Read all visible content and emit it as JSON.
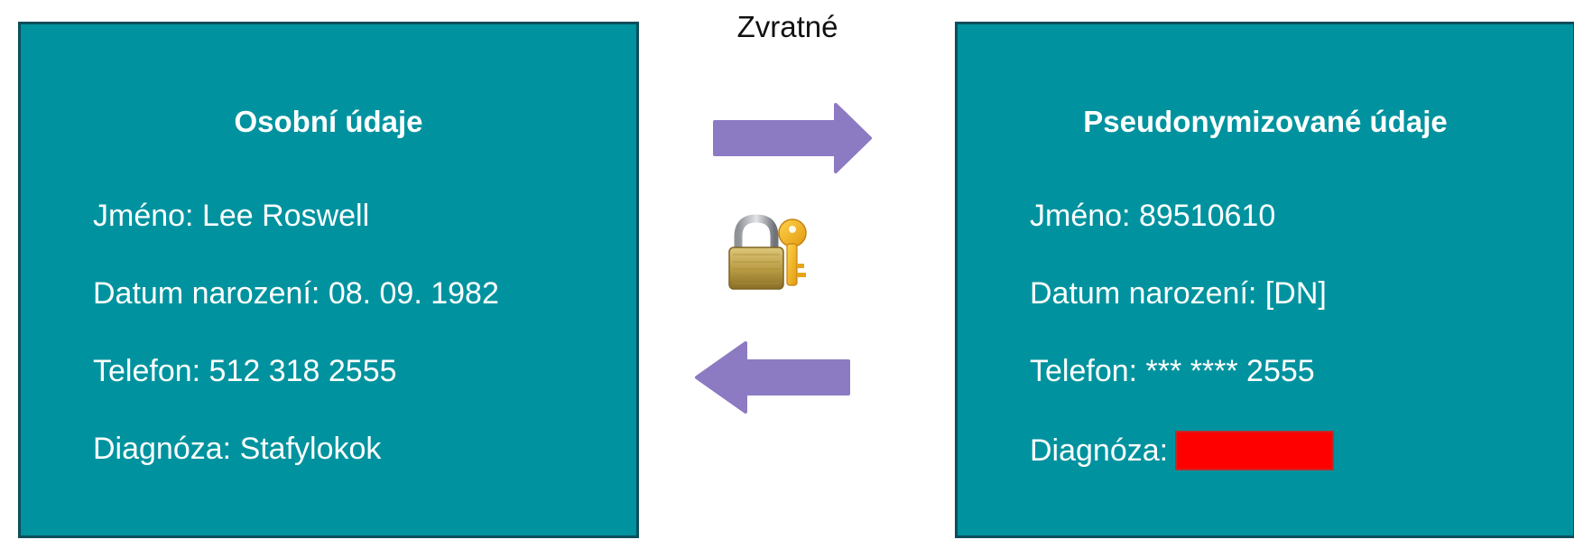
{
  "caption": "Zvratné",
  "left_panel": {
    "title": "Osobní údaje",
    "rows": [
      {
        "label": "Jméno:",
        "value": "Lee Roswell"
      },
      {
        "label": "Datum narození:",
        "value": "08. 09. 1982"
      },
      {
        "label": "Telefon:",
        "value": "512 318 2555"
      },
      {
        "label": "Diagnóza:",
        "value": "Stafylokok"
      }
    ]
  },
  "right_panel": {
    "title": "Pseudonymizované údaje",
    "rows": [
      {
        "label": "Jméno:",
        "value": "89510610"
      },
      {
        "label": "Datum narození:",
        "value": "[DN]"
      },
      {
        "label": "Telefon:",
        "value": "*** **** 2555"
      },
      {
        "label": "Diagnóza:",
        "value": ""
      }
    ]
  },
  "icons": {
    "forward_arrow": "arrow-right-icon",
    "backward_arrow": "arrow-left-icon",
    "lock_key": "lock-with-key-icon"
  },
  "colors": {
    "panel_fill": "#00939F",
    "panel_border": "#0c4f5a",
    "arrow": "#8C7AC2",
    "redaction": "#FF0000"
  }
}
